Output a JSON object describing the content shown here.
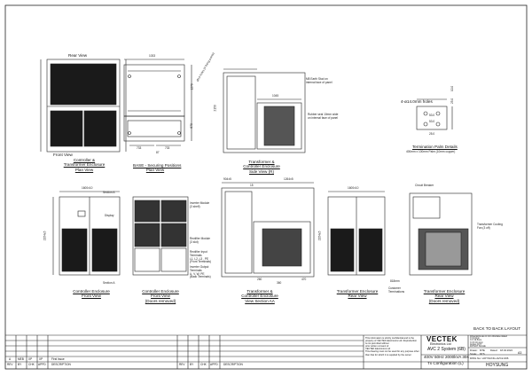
{
  "views": {
    "rear_view": "Rear View",
    "front_view": "Front View",
    "ctrl_tx_plan": [
      "Controller &",
      "Transformer Enclosure",
      "Plan View"
    ],
    "base_plan": [
      "BASE - Securing Positions",
      "Plan View"
    ],
    "tx_ctrl_side": [
      "Transformer &",
      "Controller Enclosure",
      "Side View (R)"
    ],
    "termination": [
      "Termination Palm Details"
    ],
    "termination_sub": "400mm x 100mm Palm (10mm copper)",
    "ctrl_front": [
      "Controller Enclosure",
      "Front View"
    ],
    "ctrl_front_doors": [
      "Controller Enclosure",
      "Front View",
      "(Doors removed)"
    ],
    "tx_ctrl_section": [
      "Transformer &",
      "Controller Enclosure",
      "View Section AA"
    ],
    "tx_rear": [
      "Transformer Enclosure",
      "Rear View"
    ],
    "tx_rear_doors": [
      "Transformer Enclosure",
      "Rear View",
      "(Doors removed)"
    ],
    "back_to_back": "BACK TO BACK LAYOUT"
  },
  "dims": {
    "d1033": "1033",
    "d1270": "1270",
    "d870": "870",
    "d733a": "733",
    "d733b": "733",
    "d87": "87",
    "d1045": "1045",
    "d2150": "2150",
    "d1600a": "1600±10",
    "d1600b": "1600±10",
    "d2154a": "2154±5",
    "d2154b": "2154±5",
    "d1264": "1264±5",
    "d904": "904±5",
    "d360": "360",
    "d260": "260",
    "d470": "470",
    "d15": "15",
    "t53": "53.0",
    "t53b": "53.0",
    "t25": "25.0",
    "t25b": "25.0",
    "t10": "10.0",
    "holes": "4-ø14.0mm holes",
    "section_a_top": "Section A",
    "section_a_bottom": "Section A",
    "holes_note": "Ø14 holes (4 fixing points)"
  },
  "notes": {
    "m8_earth": [
      "M8 Earth Stud on",
      "internal face of panel"
    ],
    "rubber": [
      "Rubber seal 10mm wide",
      "on internal face of panel"
    ],
    "display": "Display",
    "inverter": [
      "Inverter Module",
      "(3 shelf)"
    ],
    "rectifier": [
      "Rectifier Module",
      "(3 slot)"
    ],
    "rect_input": [
      "Rectifier Input",
      "Terminals",
      "L1, L2, L3 , PE",
      "(Front Terminals)"
    ],
    "inv_output": [
      "Inverter Output",
      "Terminals",
      "U, V, W, PE",
      "(Back Terminals)"
    ],
    "circuit_breaker": "Circuit Breaker",
    "tx_fan": [
      "Transformer Cooling",
      "Fan (3 off)"
    ],
    "customer": [
      "Customer",
      "Terminations"
    ],
    "mm818": "818mm"
  },
  "title_block": {
    "col_headers": [
      "REV",
      "BY",
      "CHK",
      "APPD",
      "DESCRIPTION",
      "REV",
      "BY",
      "CHK",
      "APPD",
      "DESCRIPTION"
    ],
    "first_issue": "First Issue",
    "rev_row_a": "A",
    "rev_row_by": "MEB",
    "rev_row_chk": "XP",
    "rev_row_appd": "XP",
    "legal": [
      "This information is strictly confidential and is the",
      "property of VECTEK Electronics Ltd. Reproduction",
      "is not permitted without",
      "prior written consent of",
      "VECTEK Electronics Ltd",
      "This drawing must not be used for any purpose other",
      "than that for which it is supplied by the owner"
    ],
    "company": "VECTEK",
    "company_sub": "Electronics Ltd",
    "title1": "AVC 2 System (6B)",
    "title2": "400V 50Hz 2000kVA 30s",
    "title3": "Tx Configuration (L)",
    "partner": "HOYSUNG",
    "side_info": [
      "Dimensions are in mm otherwise stated",
      "X    ±2.0mm",
      "X.X  ±0.5mm",
      "X.XX  ±0.1mm",
      "Angles ±0.5°",
      "DO NOT SCALE"
    ],
    "drawn": "Drawn:",
    "drawn_by": "MTE",
    "dated": "Dated:",
    "date_val": "18.04.2022",
    "scale": "Scale:",
    "scale_val": "NTS",
    "size_val": "A3",
    "dwg_no": "DWG No: HOYSUNG-AVC2-006"
  }
}
